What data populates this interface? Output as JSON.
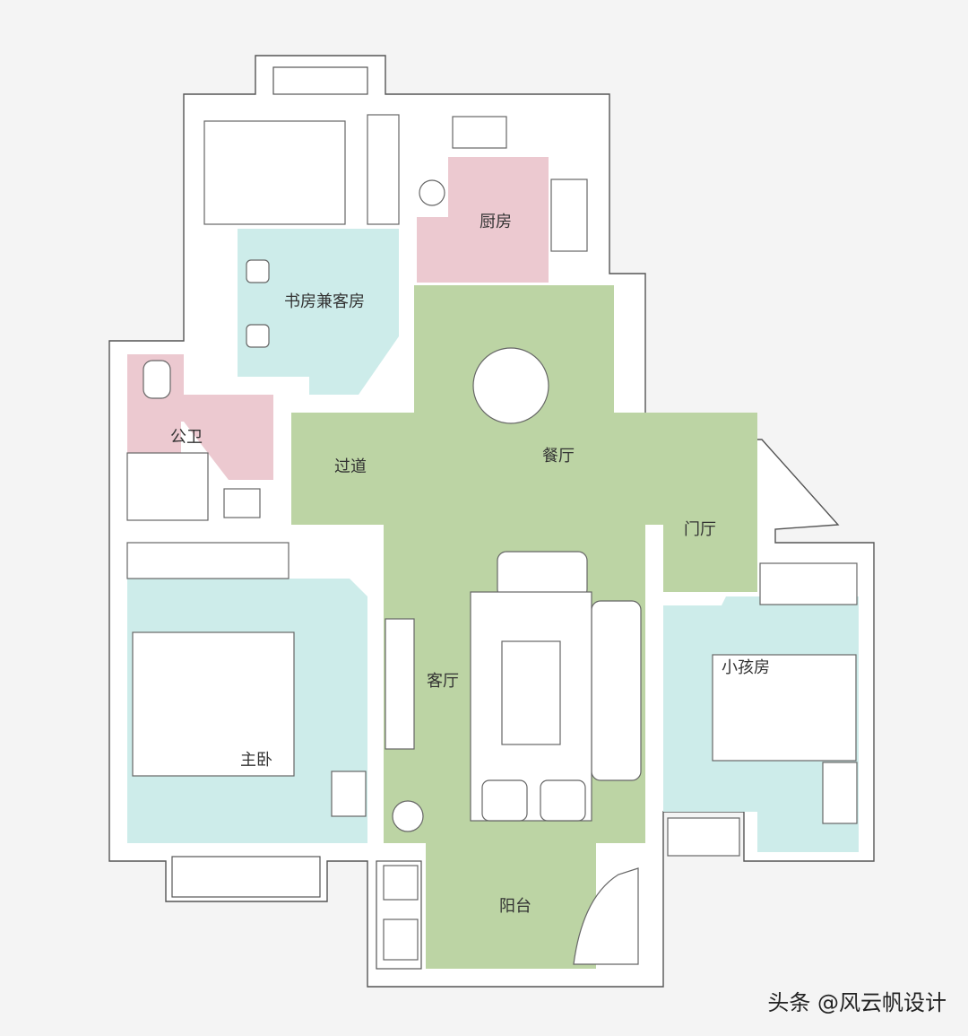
{
  "rooms": {
    "study_guest": "书房兼客房",
    "kitchen": "厨房",
    "public_bathroom": "公卫",
    "corridor": "过道",
    "dining": "餐厅",
    "foyer": "门厅",
    "master_bedroom": "主卧",
    "living_room": "客厅",
    "kids_room": "小孩房",
    "balcony": "阳台"
  },
  "colors": {
    "public_area": "#bcd4a4",
    "wet_area": "#ecc9d0",
    "bedroom_area": "#cdecea",
    "wall": "#ffffff",
    "background": "#f4f4f4"
  },
  "watermark": "头条 @风云帆设计"
}
